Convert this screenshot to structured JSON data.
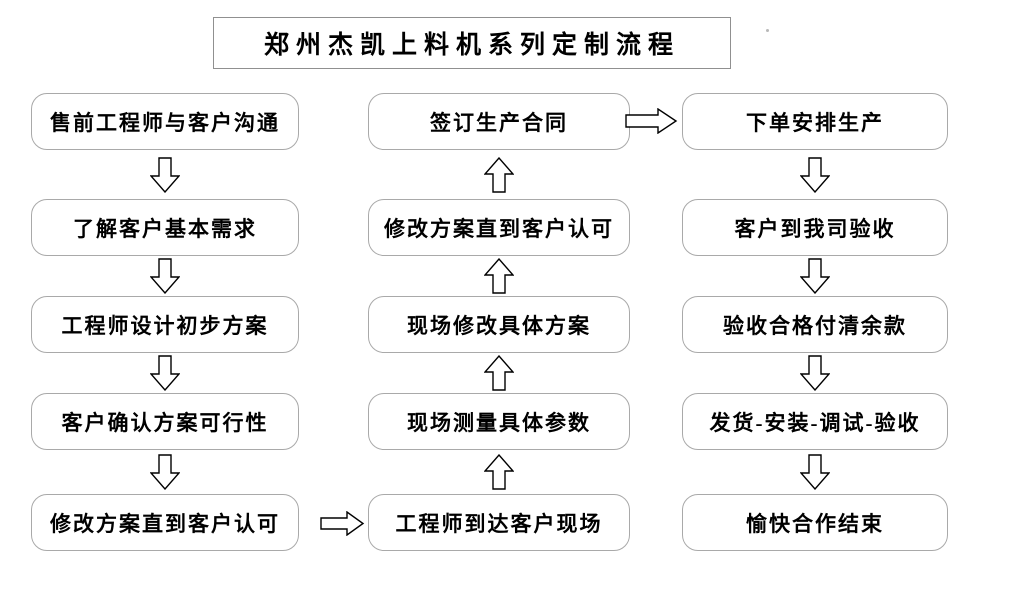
{
  "title": {
    "text": "郑州杰凯上料机系列定制流程"
  },
  "flow": {
    "left_column": {
      "steps": [
        "售前工程师与客户沟通",
        "了解客户基本需求",
        "工程师设计初步方案",
        "客户确认方案可行性",
        "修改方案直到客户认可"
      ]
    },
    "middle_column": {
      "steps": [
        "签订生产合同",
        "修改方案直到客户认可",
        "现场修改具体方案",
        "现场测量具体参数",
        "工程师到达客户现场"
      ]
    },
    "right_column": {
      "steps": [
        "下单安排生产",
        "客户到我司验收",
        "验收合格付清余款",
        "发货-安装-调试-验收",
        "愉快合作结束"
      ]
    }
  },
  "icons": {
    "arrow_down": "hollow-block-arrow-down",
    "arrow_up": "hollow-block-arrow-up",
    "arrow_right": "hollow-block-arrow-right"
  },
  "colors": {
    "background": "#ffffff",
    "box_border": "#a9a9a9",
    "title_border": "#909090",
    "arrow_outline": "#000000",
    "text": "#000000"
  }
}
